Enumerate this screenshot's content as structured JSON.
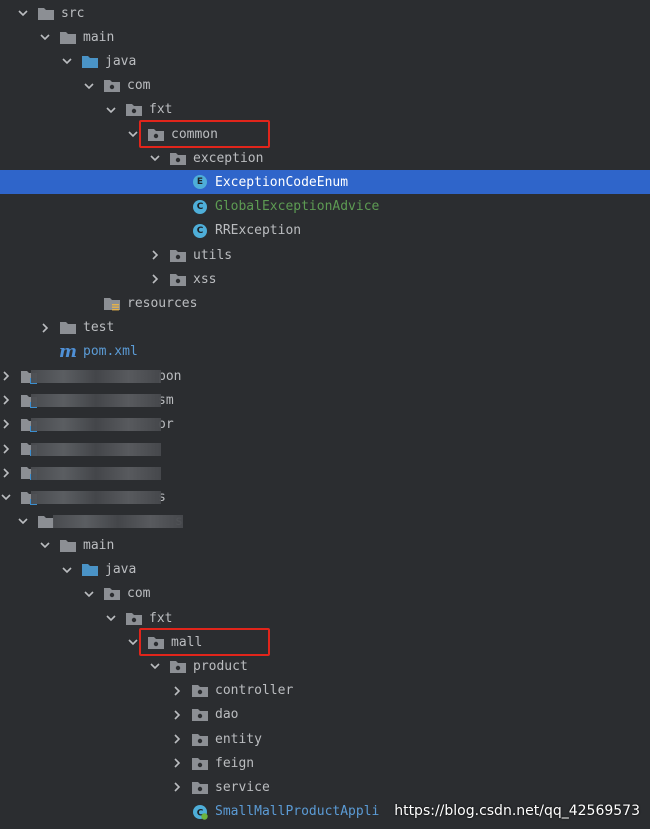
{
  "colors": {
    "background": "#2b2d30",
    "selection": "#2f65ca",
    "folder": "#8c8f94",
    "source_folder": "#4a93c6",
    "highlight_box": "#e1251b",
    "class_icon": "#4eaed8",
    "green_text": "#5d9b53"
  },
  "tree": [
    {
      "label": "src",
      "indent": 0,
      "arrow": "down",
      "icon": "folder-icon",
      "name": "folder-src"
    },
    {
      "label": "main",
      "indent": 1,
      "arrow": "down",
      "icon": "folder-icon",
      "name": "folder-main"
    },
    {
      "label": "java",
      "indent": 2,
      "arrow": "down",
      "icon": "source-folder-icon",
      "name": "folder-java"
    },
    {
      "label": "com",
      "indent": 3,
      "arrow": "down",
      "icon": "package-icon",
      "name": "package-com"
    },
    {
      "label": "fxt",
      "indent": 4,
      "arrow": "down",
      "icon": "package-icon",
      "name": "package-fxt"
    },
    {
      "label": "common",
      "indent": 5,
      "arrow": "down",
      "icon": "package-icon",
      "name": "package-common",
      "boxed": true
    },
    {
      "label": "exception",
      "indent": 6,
      "arrow": "down",
      "icon": "package-icon",
      "name": "package-exception"
    },
    {
      "label": "ExceptionCodeEnum",
      "indent": 7,
      "arrow": "none",
      "icon": "enum-icon",
      "name": "file-exceptioncodeenum",
      "selected": true
    },
    {
      "label": "GlobalExceptionAdvice",
      "indent": 7,
      "arrow": "none",
      "icon": "class-icon",
      "name": "file-globalexceptionadvice",
      "style": "green"
    },
    {
      "label": "RRException",
      "indent": 7,
      "arrow": "none",
      "icon": "class-icon",
      "name": "file-rrexception"
    },
    {
      "label": "utils",
      "indent": 6,
      "arrow": "right",
      "icon": "package-icon",
      "name": "package-utils"
    },
    {
      "label": "xss",
      "indent": 6,
      "arrow": "right",
      "icon": "package-icon",
      "name": "package-xss"
    },
    {
      "label": "resources",
      "indent": 3,
      "arrow": "none",
      "icon": "resources-folder-icon",
      "name": "folder-resources"
    },
    {
      "label": "test",
      "indent": 1,
      "arrow": "right",
      "icon": "folder-icon",
      "name": "folder-test"
    },
    {
      "label": "pom.xml",
      "indent": 1,
      "arrow": "none",
      "icon": "maven-icon",
      "name": "file-pom-xml",
      "style": "blue"
    },
    {
      "label": "pon",
      "indent": -1,
      "arrow": "right",
      "icon": "module-folder-icon",
      "name": "module-1",
      "blurred": true
    },
    {
      "label": "sm",
      "indent": -1,
      "arrow": "right",
      "icon": "module-folder-icon",
      "name": "module-2",
      "blurred": true
    },
    {
      "label": "or",
      "indent": -1,
      "arrow": "right",
      "icon": "module-folder-icon",
      "name": "module-3",
      "blurred": true
    },
    {
      "label": "",
      "indent": -1,
      "arrow": "right",
      "icon": "module-folder-icon",
      "name": "module-4",
      "blurred": true
    },
    {
      "label": "",
      "indent": -1,
      "arrow": "right",
      "icon": "module-folder-icon",
      "name": "module-5",
      "blurred": true
    },
    {
      "label": "s",
      "indent": -1,
      "arrow": "down",
      "icon": "module-folder-icon",
      "name": "module-small-mall-product",
      "blurred": true
    },
    {
      "label": "s",
      "indent": 0,
      "arrow": "down",
      "icon": "folder-icon",
      "name": "folder-src-2",
      "blurred": true
    },
    {
      "label": "main",
      "indent": 1,
      "arrow": "down",
      "icon": "folder-icon",
      "name": "folder-main-2"
    },
    {
      "label": "java",
      "indent": 2,
      "arrow": "down",
      "icon": "source-folder-icon",
      "name": "folder-java-2"
    },
    {
      "label": "com",
      "indent": 3,
      "arrow": "down",
      "icon": "package-icon",
      "name": "package-com-2"
    },
    {
      "label": "fxt",
      "indent": 4,
      "arrow": "down",
      "icon": "package-icon",
      "name": "package-fxt-2"
    },
    {
      "label": "mall",
      "indent": 5,
      "arrow": "down",
      "icon": "package-icon",
      "name": "package-mall",
      "boxed": true
    },
    {
      "label": "product",
      "indent": 6,
      "arrow": "down",
      "icon": "package-icon",
      "name": "package-product"
    },
    {
      "label": "controller",
      "indent": 7,
      "arrow": "right",
      "icon": "package-icon",
      "name": "package-controller"
    },
    {
      "label": "dao",
      "indent": 7,
      "arrow": "right",
      "icon": "package-icon",
      "name": "package-dao"
    },
    {
      "label": "entity",
      "indent": 7,
      "arrow": "right",
      "icon": "package-icon",
      "name": "package-entity"
    },
    {
      "label": "feign",
      "indent": 7,
      "arrow": "right",
      "icon": "package-icon",
      "name": "package-feign"
    },
    {
      "label": "service",
      "indent": 7,
      "arrow": "right",
      "icon": "package-icon",
      "name": "package-service"
    },
    {
      "label": "SmallMallProductAppli",
      "indent": 7,
      "arrow": "none",
      "icon": "spring-class-icon",
      "name": "file-smallmallproductapplication",
      "style": "blue"
    }
  ],
  "watermark": "https://blog.csdn.net/qq_42569573"
}
